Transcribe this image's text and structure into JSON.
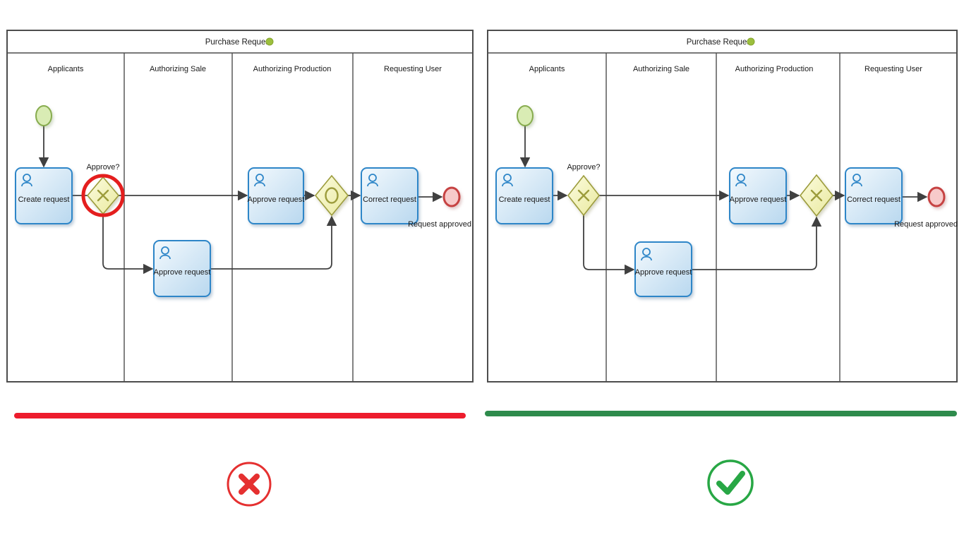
{
  "pool": {
    "title": "Purchase Request",
    "lanes": [
      "Applicants",
      "Authorizing Sale",
      "Authorizing Production",
      "Requesting User"
    ],
    "tasks": {
      "create": "Create request",
      "approve_production": "Approve request",
      "approve_sale": "Approve request",
      "correct": "Correct request"
    },
    "gateway_question_label": "Approve?",
    "end_event_label": "Request approved"
  },
  "verdict": {
    "wrong_icon": "cross-circle-icon",
    "correct_icon": "check-circle-icon"
  },
  "colors": {
    "text": "#1a1a1a",
    "pool_border": "#4d4d4d",
    "flow": "#404040",
    "task_border": "#2e86c8",
    "task_fill_top": "#f3f9fd",
    "task_fill_bottom": "#b9d8ef",
    "gateway_border": "#9c9c3c",
    "gateway_fill_top": "#fcfcdf",
    "gateway_fill_bottom": "#e9e99e",
    "start_fill": "#d9ecb4",
    "start_border": "#87ac4e",
    "end_fill": "#f7caca",
    "end_border": "#c64242",
    "title_dot": "#9cbf3d",
    "highlight_red": "#e41e1e",
    "separator_red": "#ed1c2d",
    "separator_green": "#2e8b4c",
    "icon_red": "#e53030",
    "icon_green": "#28a745"
  }
}
